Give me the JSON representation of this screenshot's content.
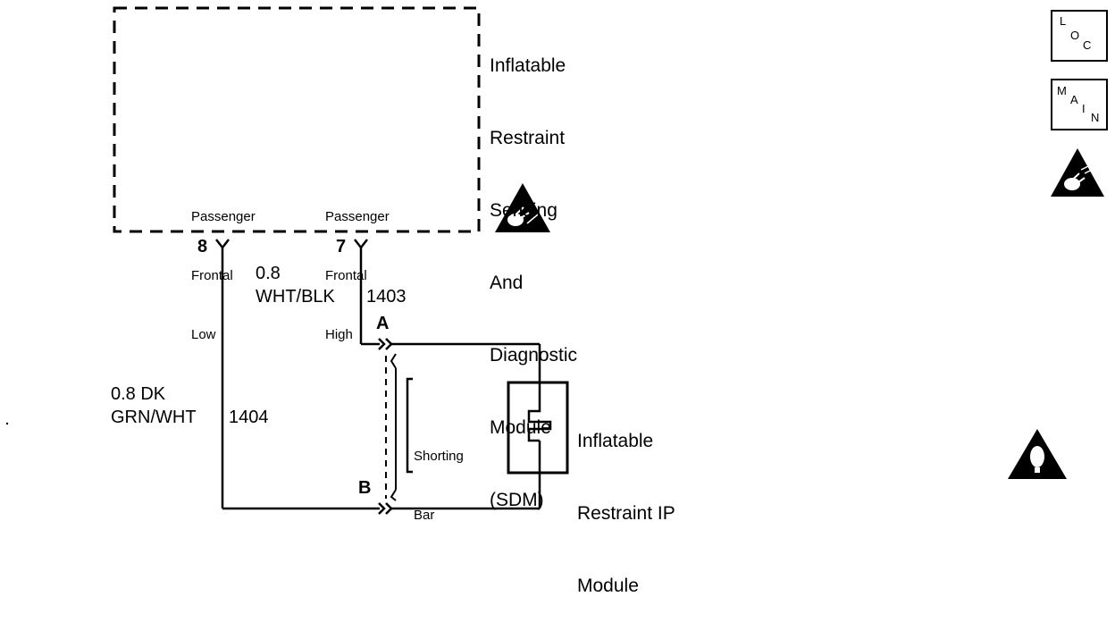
{
  "sdm": {
    "title_lines": [
      "Inflatable",
      "Restraint",
      "Sensing",
      "And",
      "Diagnostic",
      "Module",
      "(SDM)"
    ],
    "pin_low": {
      "number": "8",
      "label_lines": [
        "Passenger",
        "Frontal",
        "Low"
      ]
    },
    "pin_high": {
      "number": "7",
      "label_lines": [
        "Passenger",
        "Frontal",
        "High"
      ]
    }
  },
  "wires": {
    "high": {
      "size": "0.8",
      "color": "WHT/BLK",
      "circuit": "1403"
    },
    "low": {
      "size": "0.8 DK",
      "color": "GRN/WHT",
      "circuit": "1404"
    }
  },
  "connector": {
    "terminal_a": "A",
    "terminal_b": "B",
    "shorting_bar_lines": [
      "Shorting",
      "Bar"
    ]
  },
  "module": {
    "title_lines": [
      "Inflatable",
      "Restraint IP",
      "Module"
    ]
  },
  "nav": {
    "loc": {
      "letters": [
        "L",
        "O",
        "C"
      ]
    },
    "main": {
      "letters": [
        "M",
        "A",
        "I",
        "N"
      ]
    }
  },
  "colors": {
    "ink": "#000000",
    "background": "#ffffff"
  },
  "icons": [
    "esd-warning-icon",
    "caution-icon"
  ]
}
